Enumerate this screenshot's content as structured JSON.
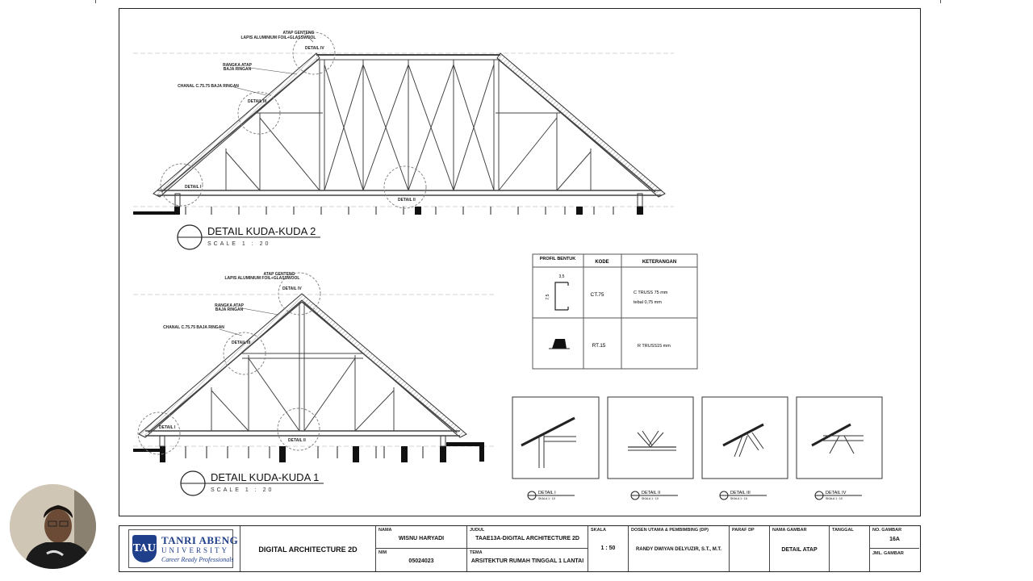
{
  "drawing": {
    "truss2": {
      "title": "DETAIL KUDA-KUDA 2",
      "scale": "SCALE 1 : 20",
      "labels": {
        "roof_a": "ATAP GENTENG",
        "roof_b": "LAPIS ALUMINIUM FOIL+GLASSWOOL",
        "frame_a": "RANGKA ATAP",
        "frame_b": "BAJA RINGAN",
        "channel": "CHANAL C.75.75 BAJA RINGAN"
      },
      "details": [
        "DETAIL I",
        "DETAIL II",
        "DETAIL III",
        "DETAIL IV"
      ]
    },
    "truss1": {
      "title": "DETAIL KUDA-KUDA 1",
      "scale": "SCALE 1 : 20",
      "labels": {
        "roof_a": "ATAP GENTENG",
        "roof_b": "LAPIS ALUMINIUM FOIL+GLASSWOOL",
        "frame_a": "RANGKA ATAP",
        "frame_b": "BAJA RINGAN",
        "channel": "CHANAL C.75.75 BAJA RINGAN"
      },
      "details": [
        "DETAIL I",
        "DETAIL II",
        "DETAIL III",
        "DETAIL IV"
      ]
    },
    "profile_table": {
      "headers": [
        "PROFIL BENTUK",
        "KODE",
        "KETERANGAN"
      ],
      "rows": [
        {
          "kode": "CT.75",
          "ket_a": "C TRUSS 75 mm",
          "ket_b": "tebal 0,75 mm",
          "dim_top": "3,5",
          "dim_side": "7,5"
        },
        {
          "kode": "RT.15",
          "ket_a": "R TRUSS15 mm",
          "ket_b": ""
        }
      ]
    },
    "detail_panels": [
      {
        "label": "DETAIL I",
        "scale": "SKALA 1 : 10"
      },
      {
        "label": "DETAIL II",
        "scale": "SKALA 1 : 10"
      },
      {
        "label": "DETAIL III",
        "scale": "SKALA 1 : 10"
      },
      {
        "label": "DETAIL IV",
        "scale": "SKALA 1 : 10"
      }
    ]
  },
  "title_block": {
    "logo": {
      "name": "TANRI ABENG",
      "university": "UNIVERSITY",
      "tagline": "Career Ready Professionals",
      "mark": "TAU"
    },
    "course": "DIGITAL ARCHITECTURE 2D",
    "nama_label": "NAMA",
    "nama": "WISNU HARYADI",
    "nim_label": "NIM",
    "nim": "05024023",
    "judul_label": "JUDUL",
    "judul": "TAAE13A-DIGITAL ARCHITECTURE 2D",
    "tema_label": "TEMA",
    "tema": "ARSITEKTUR RUMAH TINGGAL 1 LANTAI",
    "skala_label": "SKALA",
    "skala": "1 : 50",
    "dosen_label": "DOSEN UTAMA & PEMBIMBING (DP)",
    "dosen": "RANDY DWIYAN DELYUZIR, S.T., M.T.",
    "paraf_label": "PARAF DP",
    "nama_gambar_label": "NAMA GAMBAR",
    "nama_gambar": "DETAIL ATAP",
    "tanggal_label": "TANGGAL",
    "no_gambar_label": "NO. GAMBAR",
    "no_gambar": "16A",
    "jml_gambar_label": "JML. GAMBAR"
  }
}
